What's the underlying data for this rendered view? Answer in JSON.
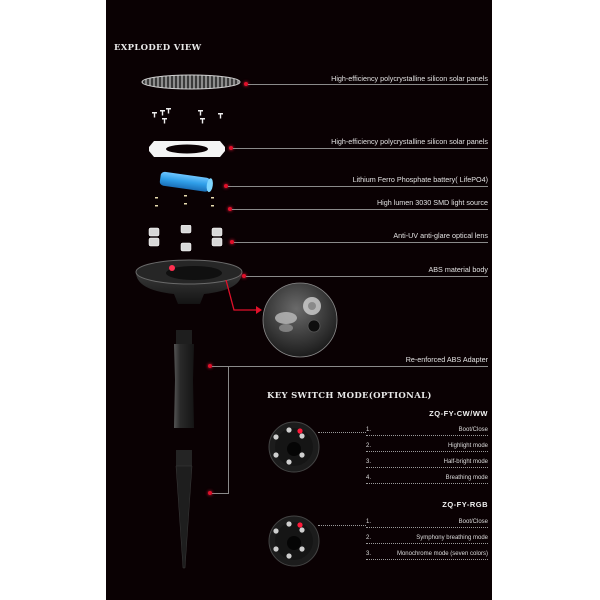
{
  "header": {
    "exploded_title": "EXPLODED VIEW"
  },
  "components": [
    {
      "id": "solar-panel",
      "label": "High-efficiency polycrystalline silicon solar panels"
    },
    {
      "id": "solar-panel-ring",
      "label": "High-efficiency polycrystalline silicon solar panels"
    },
    {
      "id": "battery",
      "label": "Lithium Ferro Phosphate battery( LifePO4)"
    },
    {
      "id": "led-source",
      "label": "High lumen 3030 SMD light source"
    },
    {
      "id": "optical-lens",
      "label": "Anti-UV anti-glare optical lens"
    },
    {
      "id": "abs-body",
      "label": "ABS material body"
    },
    {
      "id": "abs-adapter",
      "label": "Re-enforced ABS Adapter"
    }
  ],
  "key_switch": {
    "title": "KEY SWITCH MODE(OPTIONAL)",
    "models": [
      {
        "name": "ZQ-FY-CW/WW",
        "modes": [
          {
            "num": "1.",
            "text": "Boot/Close"
          },
          {
            "num": "2.",
            "text": "Highlight mode"
          },
          {
            "num": "3.",
            "text": "Half-bright mode"
          },
          {
            "num": "4.",
            "text": "Breathing mode"
          }
        ]
      },
      {
        "name": "ZQ-FY-RGB",
        "modes": [
          {
            "num": "1.",
            "text": "Boot/Close"
          },
          {
            "num": "2.",
            "text": "Symphony breathing mode"
          },
          {
            "num": "3.",
            "text": "Monochrome mode (seven colors)"
          }
        ]
      }
    ]
  },
  "colors": {
    "background": "#0a0103",
    "accent_red": "#e0102a",
    "battery_blue": "#2f9ee8",
    "text": "#e2e2e2"
  }
}
